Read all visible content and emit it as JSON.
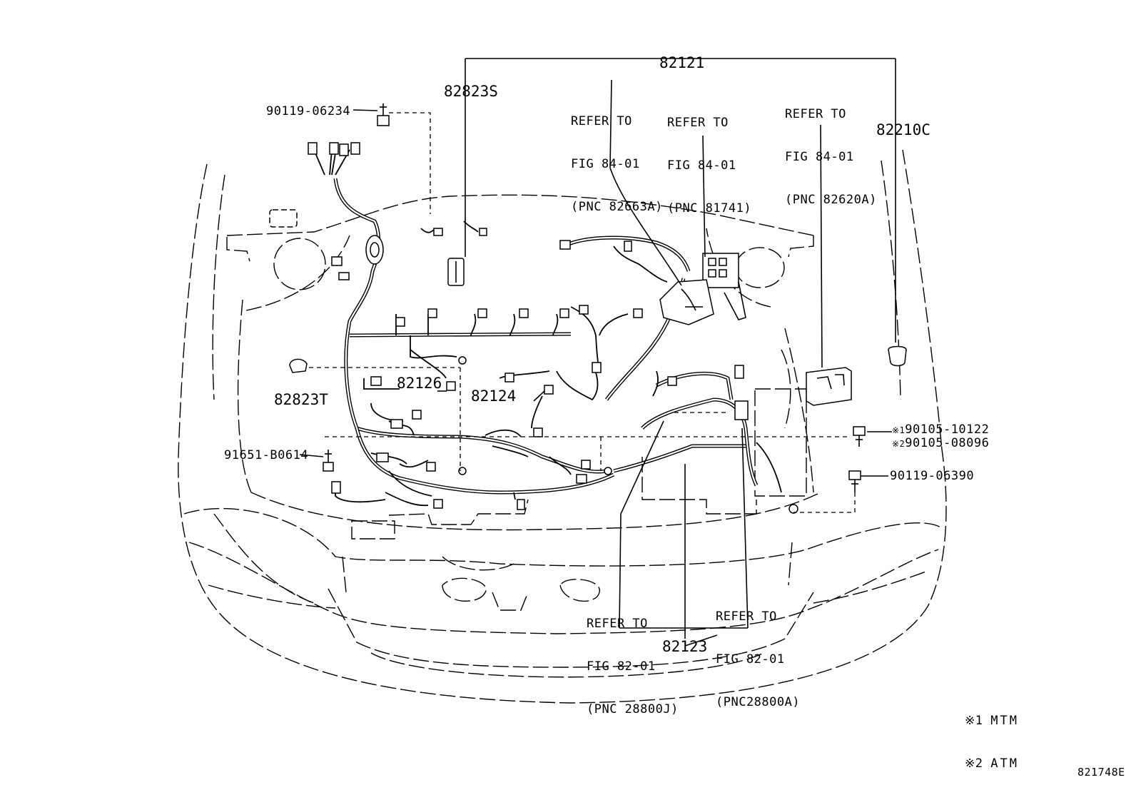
{
  "part_numbers": {
    "p82121": "82121",
    "p82823S": "82823S",
    "p82210C": "82210C",
    "p90119_06234": "90119-06234",
    "p82823T": "82823T",
    "p82126": "82126",
    "p82124": "82124",
    "p91651_B0614": "91651-B0614",
    "p90105_10122": "90105-10122",
    "p90105_08096": "90105-08096",
    "p90119_06390": "90119-06390",
    "p82123": "82123"
  },
  "references": {
    "ref_82663A": {
      "line1": "REFER TO",
      "line2": "FIG 84-01",
      "line3": "(PNC 82663A)"
    },
    "ref_81741": {
      "line1": "REFER TO",
      "line2": "FIG 84-01",
      "line3": "(PNC 81741)"
    },
    "ref_82620A": {
      "line1": "REFER TO",
      "line2": "FIG 84-01",
      "line3": "(PNC 82620A)"
    },
    "ref_28800J": {
      "line1": "REFER TO",
      "line2": "FIG 82-01",
      "line3": "(PNC 28800J)"
    },
    "ref_28800A": {
      "line1": "REFER TO",
      "line2": "FIG 82-01",
      "line3": "(PNC28800A)"
    }
  },
  "markers": {
    "m1": "※1",
    "m2": "※2"
  },
  "legend": {
    "item1_mark": "※1",
    "item1_text": "MTM",
    "item2_mark": "※2",
    "item2_text": "ATM"
  },
  "figure_code": "821748E"
}
